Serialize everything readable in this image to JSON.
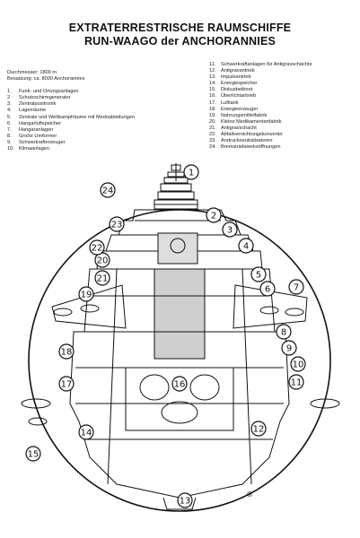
{
  "title": {
    "line1": "EXTRATERRESTRISCHE RAUMSCHIFFE",
    "line2": "RUN-WAAGO der ANCHORANNIES"
  },
  "specs": {
    "diameter": "Durchmesser: 1800 m",
    "crew": "Besatzung: ca. 8000 Anchorannies"
  },
  "legend_left": [
    {
      "num": "1.",
      "label": "Funk- und Ortungsanlagen"
    },
    {
      "num": "2.",
      "label": "Schutzschirmgenerator"
    },
    {
      "num": "3.",
      "label": "Zentralpositronik"
    },
    {
      "num": "4.",
      "label": "Lagerräume"
    },
    {
      "num": "5.",
      "label": "Zentrale und Wettkampfräume mit Medoabteilungen"
    },
    {
      "num": "6.",
      "label": "Hangarluftspeicher"
    },
    {
      "num": "7.",
      "label": "Hangaranlagen"
    },
    {
      "num": "8.",
      "label": "Große Umformer"
    },
    {
      "num": "9.",
      "label": "Schwerkrafterzeuger"
    },
    {
      "num": "10.",
      "label": "Klimaanlagen"
    }
  ],
  "legend_right": [
    {
      "num": "11.",
      "label": "Schwerkraftanlagen für Antigravschächte"
    },
    {
      "num": "12.",
      "label": "Antigravantrieb"
    },
    {
      "num": "13.",
      "label": "Impulsantrieb"
    },
    {
      "num": "14.",
      "label": "Energiespeicher"
    },
    {
      "num": "15.",
      "label": "Diskusbeiboot"
    },
    {
      "num": "16.",
      "label": "Überlichtantrieb"
    },
    {
      "num": "17.",
      "label": "Luftlank"
    },
    {
      "num": "18.",
      "label": "Energieerzeuger"
    },
    {
      "num": "19.",
      "label": "Nahrungsmittelfabrik"
    },
    {
      "num": "20.",
      "label": "Kleine Medikamentenfabrik"
    },
    {
      "num": "21.",
      "label": "Antigravschacht"
    },
    {
      "num": "22.",
      "label": "Abfallvernichtungskonverter"
    },
    {
      "num": "23.",
      "label": "Andruckneutralisatoren"
    },
    {
      "num": "24.",
      "label": "Bremstriebwerksöffnungen"
    }
  ],
  "callouts": [
    "1",
    "2",
    "3",
    "4",
    "5",
    "6",
    "7",
    "8",
    "9",
    "10",
    "11",
    "12",
    "13",
    "14",
    "15",
    "16",
    "17",
    "18",
    "19",
    "20",
    "21",
    "22",
    "23",
    "24"
  ],
  "artist_mark": "®"
}
